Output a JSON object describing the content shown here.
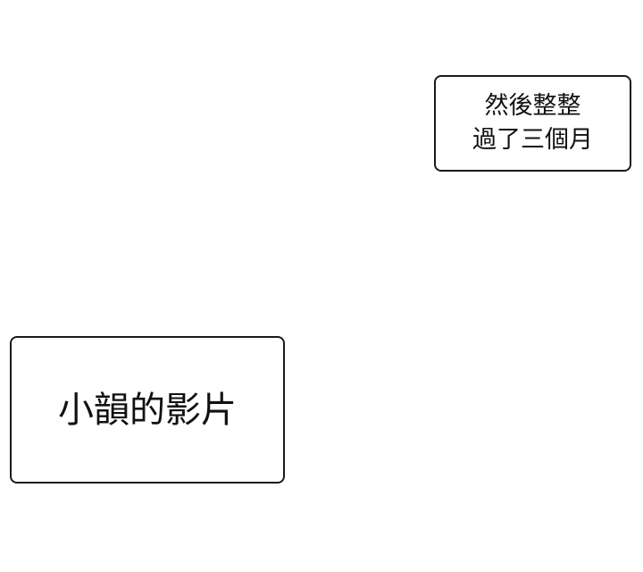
{
  "captions": [
    {
      "id": "time-skip",
      "lines": [
        "然後整整",
        "過了三個月"
      ]
    },
    {
      "id": "video-title",
      "lines": [
        "小韻的影片"
      ]
    }
  ],
  "colors": {
    "background": "#ffffff",
    "border": "#1a1a1a",
    "text": "#111111"
  }
}
